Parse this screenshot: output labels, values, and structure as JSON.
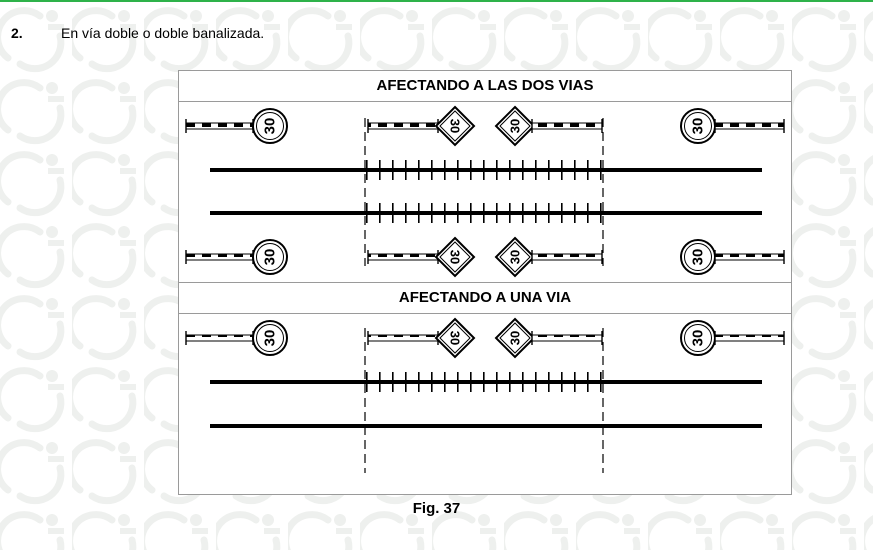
{
  "item": {
    "number": "2.",
    "text": "En vía doble o doble banalizada."
  },
  "figure": {
    "sections": [
      {
        "title": "AFECTANDO A LAS DOS VIAS",
        "tracks_affected": 2
      },
      {
        "title": "AFECTANDO A UNA VIA",
        "tracks_affected": 1
      }
    ],
    "sign_label": "30",
    "caption": "Fig. 37"
  },
  "colors": {
    "accent_rule": "#2eb24a",
    "watermark": "#eef0ee",
    "frame": "#9a9a9a"
  }
}
